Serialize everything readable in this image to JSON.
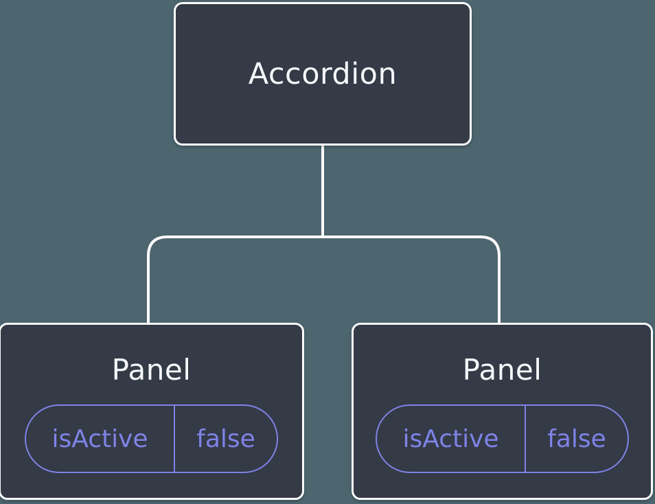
{
  "diagram": {
    "description": "Component tree: Accordion parent with two Panel children holding isActive state",
    "root": {
      "label": "Accordion"
    },
    "children": [
      {
        "label": "Panel",
        "state": {
          "name": "isActive",
          "value": "false"
        }
      },
      {
        "label": "Panel",
        "state": {
          "name": "isActive",
          "value": "false"
        }
      }
    ]
  },
  "colors": {
    "background": "#4D656E",
    "node_fill": "#343A46",
    "node_border": "#FDFDFE",
    "node_text": "#F5F7FA",
    "state_accent": "#7E83E6",
    "connector": "#FDFDFE"
  }
}
